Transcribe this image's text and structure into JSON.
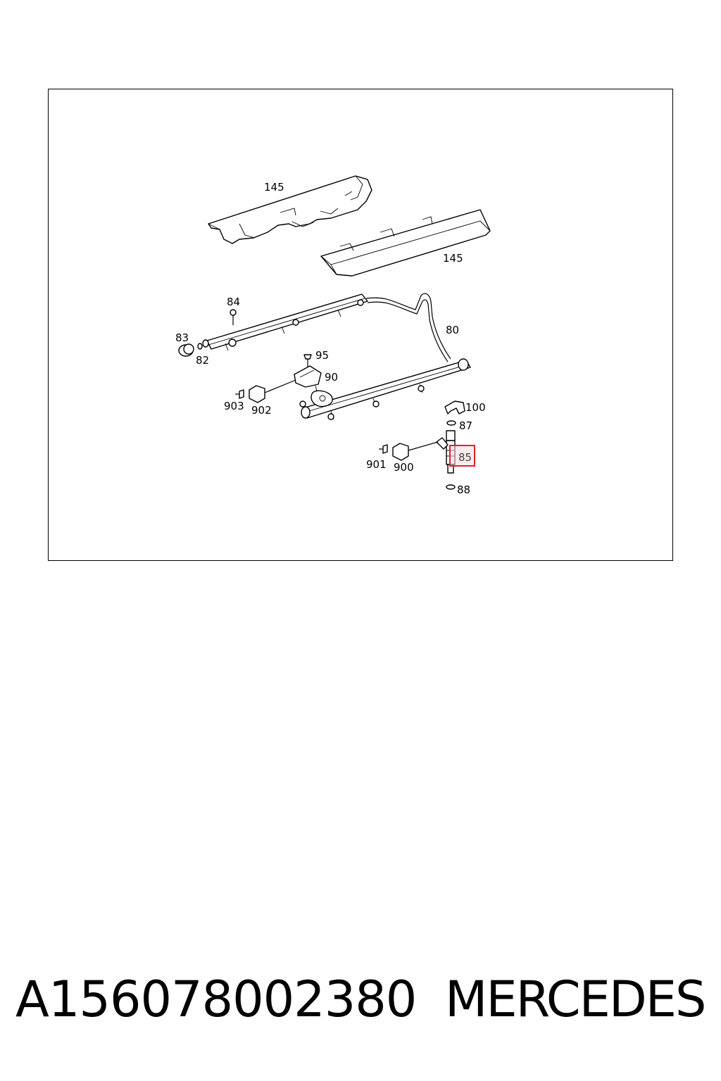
{
  "diagram": {
    "callouts": {
      "c145a": "145",
      "c145b": "145",
      "c84": "84",
      "c83": "83",
      "c82": "82",
      "c80": "80",
      "c95": "95",
      "c90": "90",
      "c903": "903",
      "c902": "902",
      "c100": "100",
      "c87": "87",
      "c85": "85",
      "c901": "901",
      "c900": "900",
      "c88": "88"
    },
    "highlighted_part": "85",
    "highlight_color": "#e0202a"
  },
  "caption": {
    "part_number": "A156078002380",
    "brand": "MERCEDES"
  }
}
